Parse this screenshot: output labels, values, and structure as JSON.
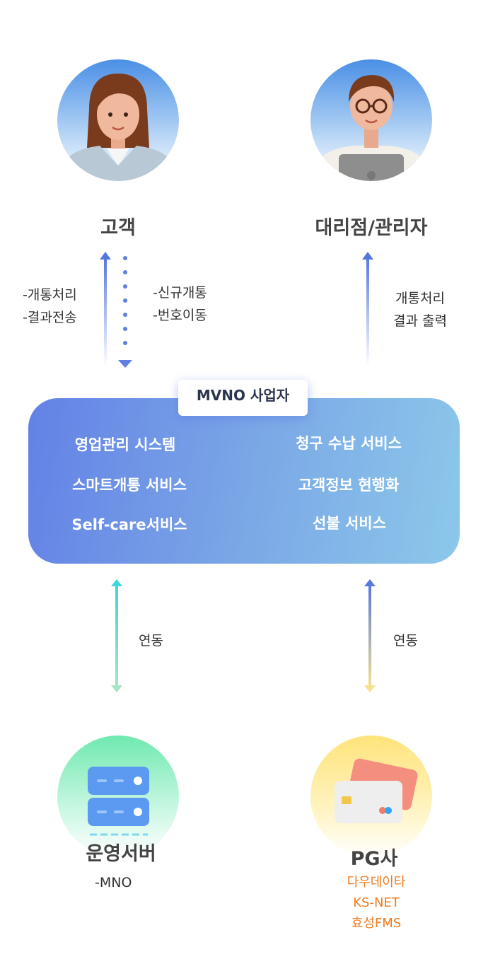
{
  "actors": {
    "customer": "고객",
    "agent": "대리점/관리자"
  },
  "top_notes": {
    "customer_up": [
      "-개통처리",
      "-결과전송"
    ],
    "customer_down": [
      "-신규개통",
      "-번호이동"
    ],
    "agent_up": [
      "개통처리",
      "결과 출력"
    ]
  },
  "mvno": {
    "badge": "MVNO 사업자",
    "services_left": [
      "영업관리 시스템",
      "스마트개통 서비스",
      "Self-care서비스"
    ],
    "services_right": [
      "청구 수납 서비스",
      "고객정보 현행화",
      "선불 서비스"
    ]
  },
  "links": {
    "left": "연동",
    "right": "연동"
  },
  "bottom": {
    "server": {
      "title": "운영서버",
      "sub": "-MNO"
    },
    "pg": {
      "title": "PG사",
      "vendors": [
        "다우데이타",
        "KS-NET",
        "효성FMS"
      ]
    }
  },
  "colors": {
    "accent": "#6381e6",
    "orange": "#f07a1e"
  }
}
